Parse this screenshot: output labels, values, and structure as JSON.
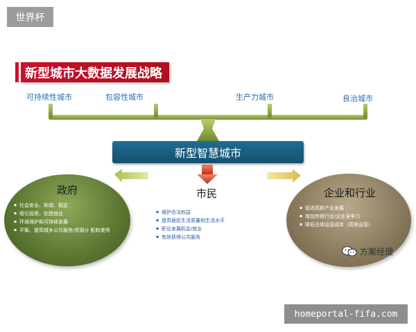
{
  "tag": {
    "label": "世界杯"
  },
  "title": "新型城市大数据发展战略",
  "top_labels": [
    "可持续性城市",
    "包容性城市",
    "生产力城市",
    "良治城市"
  ],
  "center": "新型智慧城市",
  "government": {
    "heading": "政府",
    "items": [
      "社会安全、和谐、稳定",
      "吸引投资、创造就业",
      "环境保护和可持续发展",
      "平衡、提高城乡公共服务/资源分 配和使用"
    ]
  },
  "citizens": {
    "heading": "市民",
    "items": [
      "维护合法权益",
      "提高居民生活质量和生活水平",
      "职业发展机会/就业",
      "有效获得公共服务"
    ]
  },
  "enterprise": {
    "heading": "企业和行业",
    "items": [
      "促进高新产业发展",
      "增加传统行业/企业竞争力",
      "降低总体运营成本（高效运营）"
    ]
  },
  "brand": "方案经理",
  "watermark": "homeportal-fifa.com",
  "colors": {
    "title_red": "#c8102e",
    "center_blue": "#1a6080",
    "connector_green": "#8aa63a",
    "gov_green": "#5f7a34",
    "ent_tan": "#8c7d60",
    "label_blue": "#2a6cb0",
    "arrow_red": "#d23a2a"
  }
}
